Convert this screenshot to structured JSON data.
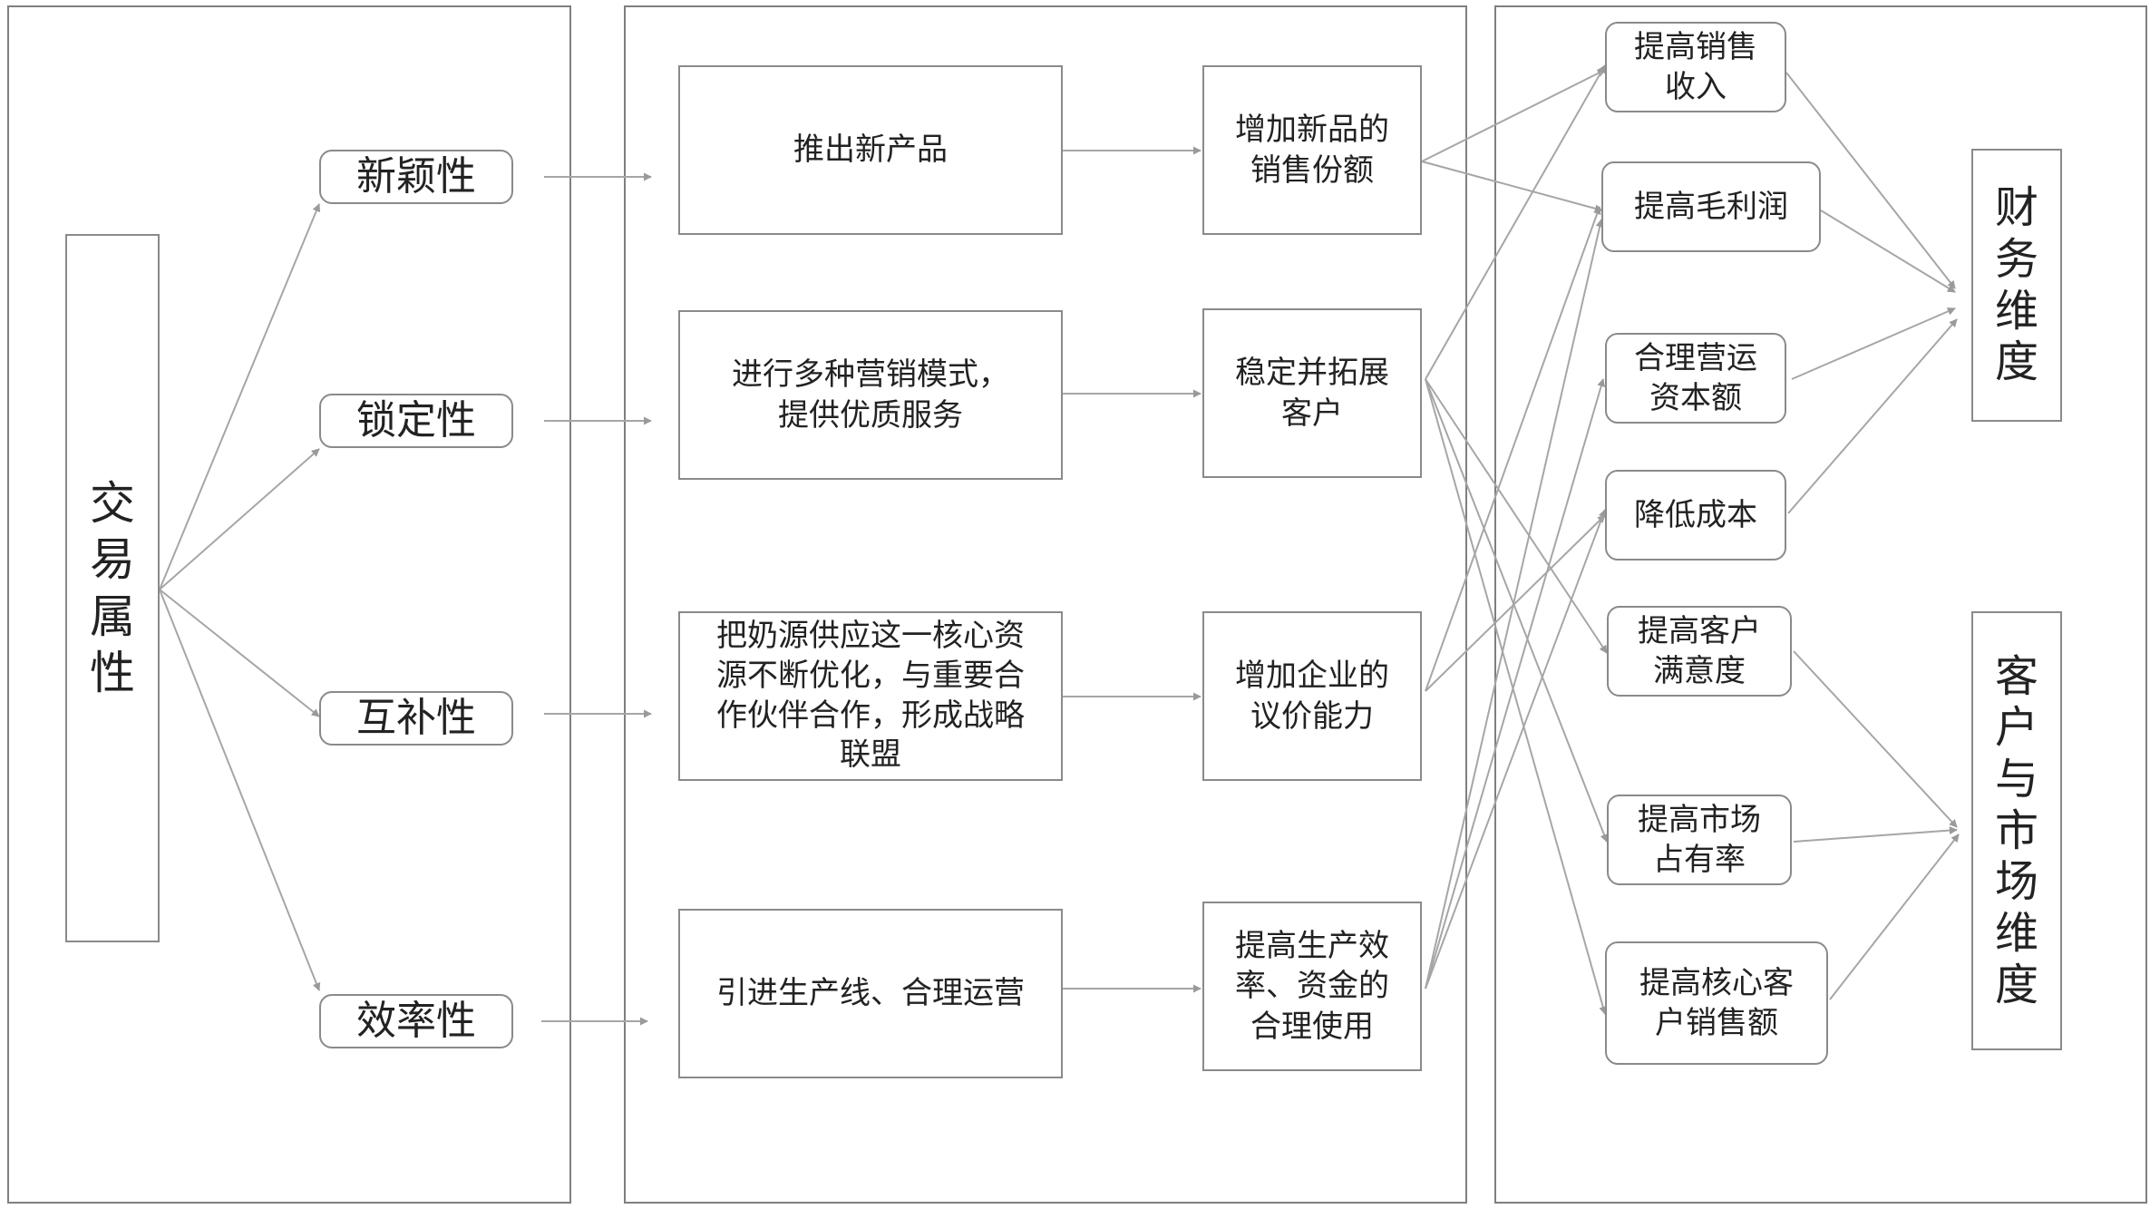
{
  "root": {
    "label": "交易属性"
  },
  "attributes": [
    {
      "label": "新颖性"
    },
    {
      "label": "锁定性"
    },
    {
      "label": "互补性"
    },
    {
      "label": "效率性"
    }
  ],
  "actions": [
    {
      "label": "推出新产品"
    },
    {
      "label": "进行多种营销模式，<br>提供优质服务"
    },
    {
      "label": "把奶源供应这一核心资<br>源不断优化，与重要合<br>作伙伴合作，形成战略<br>联盟"
    },
    {
      "label": "引进生产线、合理运营"
    }
  ],
  "effects": [
    {
      "label": "增加新品的<br>销售份额"
    },
    {
      "label": "稳定并拓展<br>客户"
    },
    {
      "label": "增加企业的<br>议价能力"
    },
    {
      "label": "提高生产效<br>率、资金的<br>合理使用"
    }
  ],
  "outcomes": [
    {
      "label": "提高销售<br>收入"
    },
    {
      "label": "提高毛利润"
    },
    {
      "label": "合理营运<br>资本额"
    },
    {
      "label": "降低成本"
    },
    {
      "label": "提高客户<br>满意度"
    },
    {
      "label": "提高市场<br>占有率"
    },
    {
      "label": "提高核心客<br>户销售额"
    }
  ],
  "dimensions": [
    {
      "label": "财务维度"
    },
    {
      "label": "客户与市场维度"
    }
  ],
  "colors": {
    "border": "#8a8a8a",
    "line": "#a6a6a6",
    "text": "#222222"
  }
}
